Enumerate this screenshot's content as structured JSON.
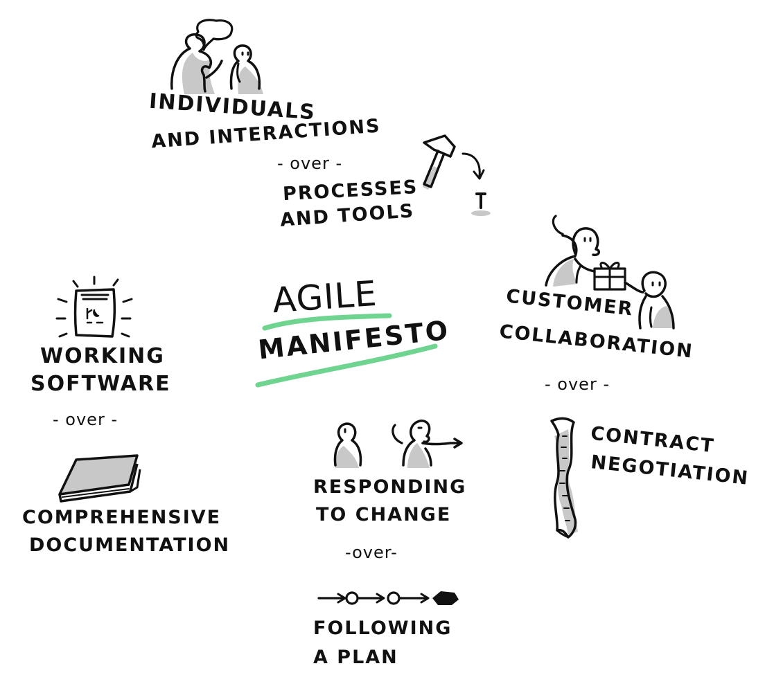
{
  "title": {
    "line1": "AGILE",
    "line2": "MANIFESTO",
    "underline_color": "#6fd48f"
  },
  "values": [
    {
      "preferred_line1": "INDIVIDUALS",
      "preferred_line2": "AND INTERACTIONS",
      "over": "- over -",
      "other_line1": "PROCESSES",
      "other_line2": "AND TOOLS"
    },
    {
      "preferred_line1": "CUSTOMER",
      "preferred_line2": "COLLABORATION",
      "over": "- over -",
      "other_line1": "CONTRACT",
      "other_line2": "NEGOTIATION"
    },
    {
      "preferred_line1": "RESPONDING",
      "preferred_line2": "TO CHANGE",
      "over": "-over-",
      "other_line1": "FOLLOWING",
      "other_line2": "A PLAN"
    },
    {
      "preferred_line1": "WORKING",
      "preferred_line2": "SOFTWARE",
      "over": "- over -",
      "other_line1": "COMPREHENSIVE",
      "other_line2": "DOCUMENTATION"
    }
  ],
  "icons": {
    "people_talking": "two-people-speech-bubble-icon",
    "hammer_nail": "hammer-and-nail-icon",
    "gift_exchange": "people-exchanging-gift-icon",
    "scroll": "contract-scroll-icon",
    "tablet": "glowing-tablet-icon",
    "book": "closed-book-icon",
    "people_pointing": "two-people-pointing-icon",
    "plan_path": "plan-arrow-path-icon"
  },
  "colors": {
    "ink": "#111111",
    "shadow": "#c8c8c8",
    "accent": "#6fd48f"
  }
}
